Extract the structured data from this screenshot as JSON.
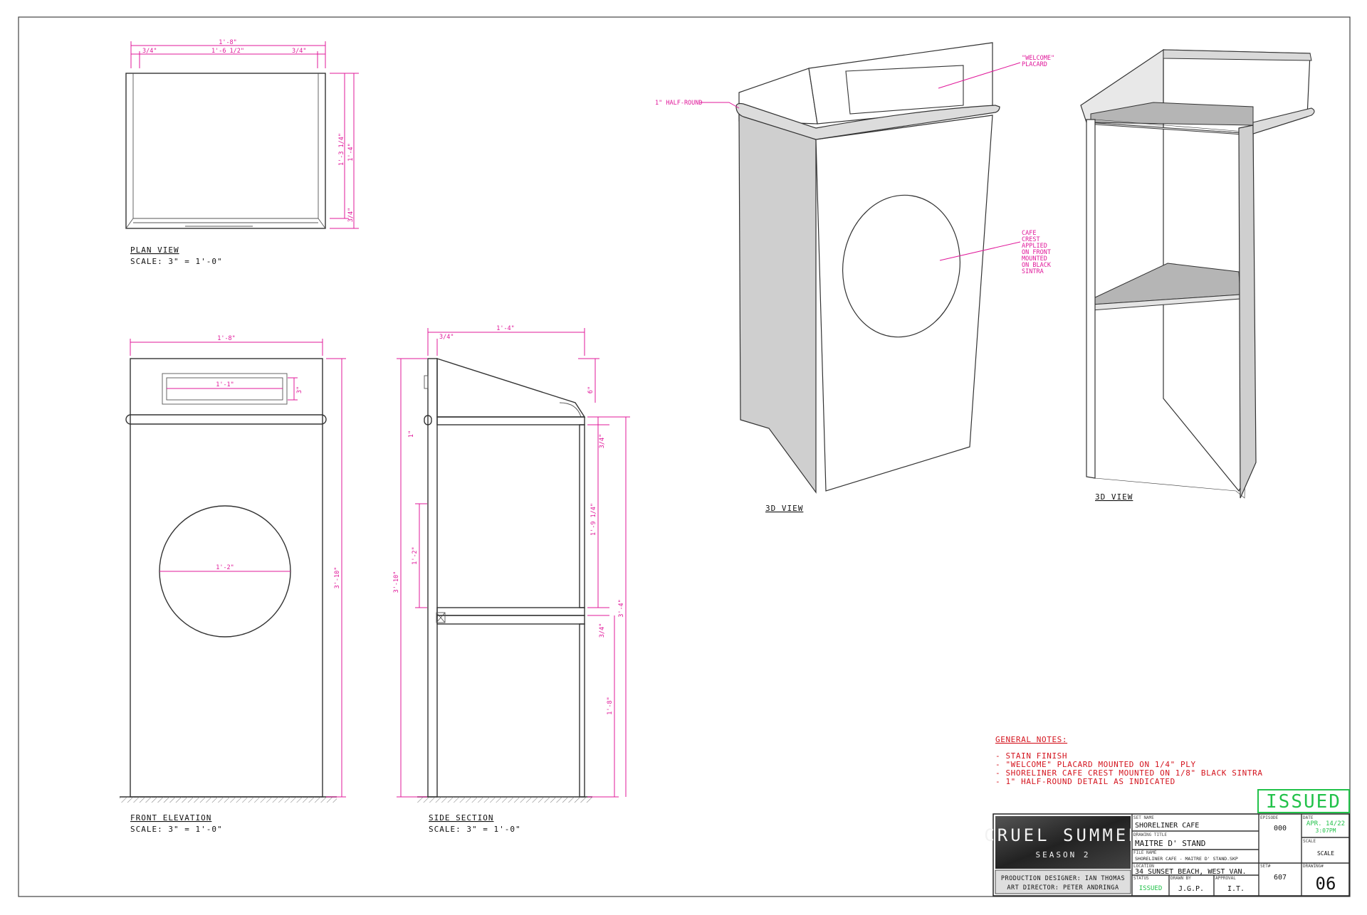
{
  "views": {
    "plan": {
      "title": "PLAN VIEW",
      "scale": "SCALE: 3\" = 1'-0\""
    },
    "front": {
      "title": "FRONT ELEVATION",
      "scale": "SCALE: 3\" = 1'-0\""
    },
    "side": {
      "title": "SIDE SECTION",
      "scale": "SCALE: 3\" = 1'-0\""
    },
    "iso_front": {
      "title": "3D VIEW"
    },
    "iso_back": {
      "title": "3D VIEW"
    }
  },
  "dimensions": {
    "plan_overall": "1'-8\"",
    "plan_inner": "1'-6 1/2\"",
    "plan_left": "3/4\"",
    "plan_right": "3/4\"",
    "plan_depth_a": "1'-3 1/4\"",
    "plan_depth_b": "1'-4\"",
    "plan_depth_c": "3/4\"",
    "front_width": "1'-8\"",
    "placard_width": "1'-1\"",
    "placard_height": "3\"",
    "circle_diameter": "1'-2\"",
    "front_height": "3'-10\"",
    "side_top": "1'-4\"",
    "side_lip": "3/4\"",
    "side_top_rise": "6\"",
    "side_half_round": "1\"",
    "side_board": "3/4\"",
    "side_cavity": "1'-9 1/4\"",
    "side_shelf_gap": "1'-2\"",
    "side_total": "3'-10\"",
    "side_lower": "3'-4\"",
    "side_shelf": "3/4\"",
    "side_base": "1'-8\""
  },
  "callouts": {
    "half_round": "1\" HALF-ROUND",
    "placard": [
      "\"WELCOME\"",
      "PLACARD"
    ],
    "crest": [
      "CAFE",
      "CREST",
      "APPLIED",
      "ON FRONT",
      "MOUNTED",
      "ON BLACK",
      "SINTRA"
    ]
  },
  "notes": {
    "title": "GENERAL NOTES:",
    "items": [
      "- STAIN FINISH",
      "- \"WELCOME\" PLACARD MOUNTED ON 1/4\" PLY",
      "- SHORELINER CAFE CREST MOUNTED ON 1/8\" BLACK SINTRA",
      "- 1\" HALF-ROUND DETAIL AS INDICATED"
    ]
  },
  "stamp": "ISSUED",
  "title_block": {
    "show": "CRUEL SUMMER",
    "season": "SEASON 2",
    "credit1": "PRODUCTION DESIGNER: IAN THOMAS",
    "credit2": "ART DIRECTOR: PETER ANDRINGA",
    "set_name_label": "SET NAME",
    "set_name": "SHORELINER CAFE",
    "episode_label": "EPISODE",
    "episode": "000",
    "date_label": "DATE",
    "date": "APR. 14/22",
    "time": "3:07PM",
    "drawing_title_label": "DRAWING TITLE",
    "drawing_title": "MAITRE D' STAND",
    "file_name_label": "FILE NAME",
    "file_name": "SHORELINER CAFE - MAITRE D' STAND.SKP",
    "scale_label": "SCALE",
    "scale": "SCALE",
    "location_label": "LOCATION",
    "location": "34 SUNSET BEACH, WEST VAN.",
    "set_no_label": "SET#",
    "set_no": "607",
    "drawing_no_label": "DRAWING#",
    "drawing_no": "06",
    "status_label": "STATUS",
    "status": "ISSUED",
    "drawn_by_label": "DRAWN BY",
    "drawn_by": "J.G.P.",
    "approval_label": "APPROVAL",
    "approval": "I.T."
  },
  "colors": {
    "dimension": "#e0189a",
    "notes": "#d4141e",
    "issued": "#22c24a",
    "titleblock_dark": "#2a2a2a"
  }
}
